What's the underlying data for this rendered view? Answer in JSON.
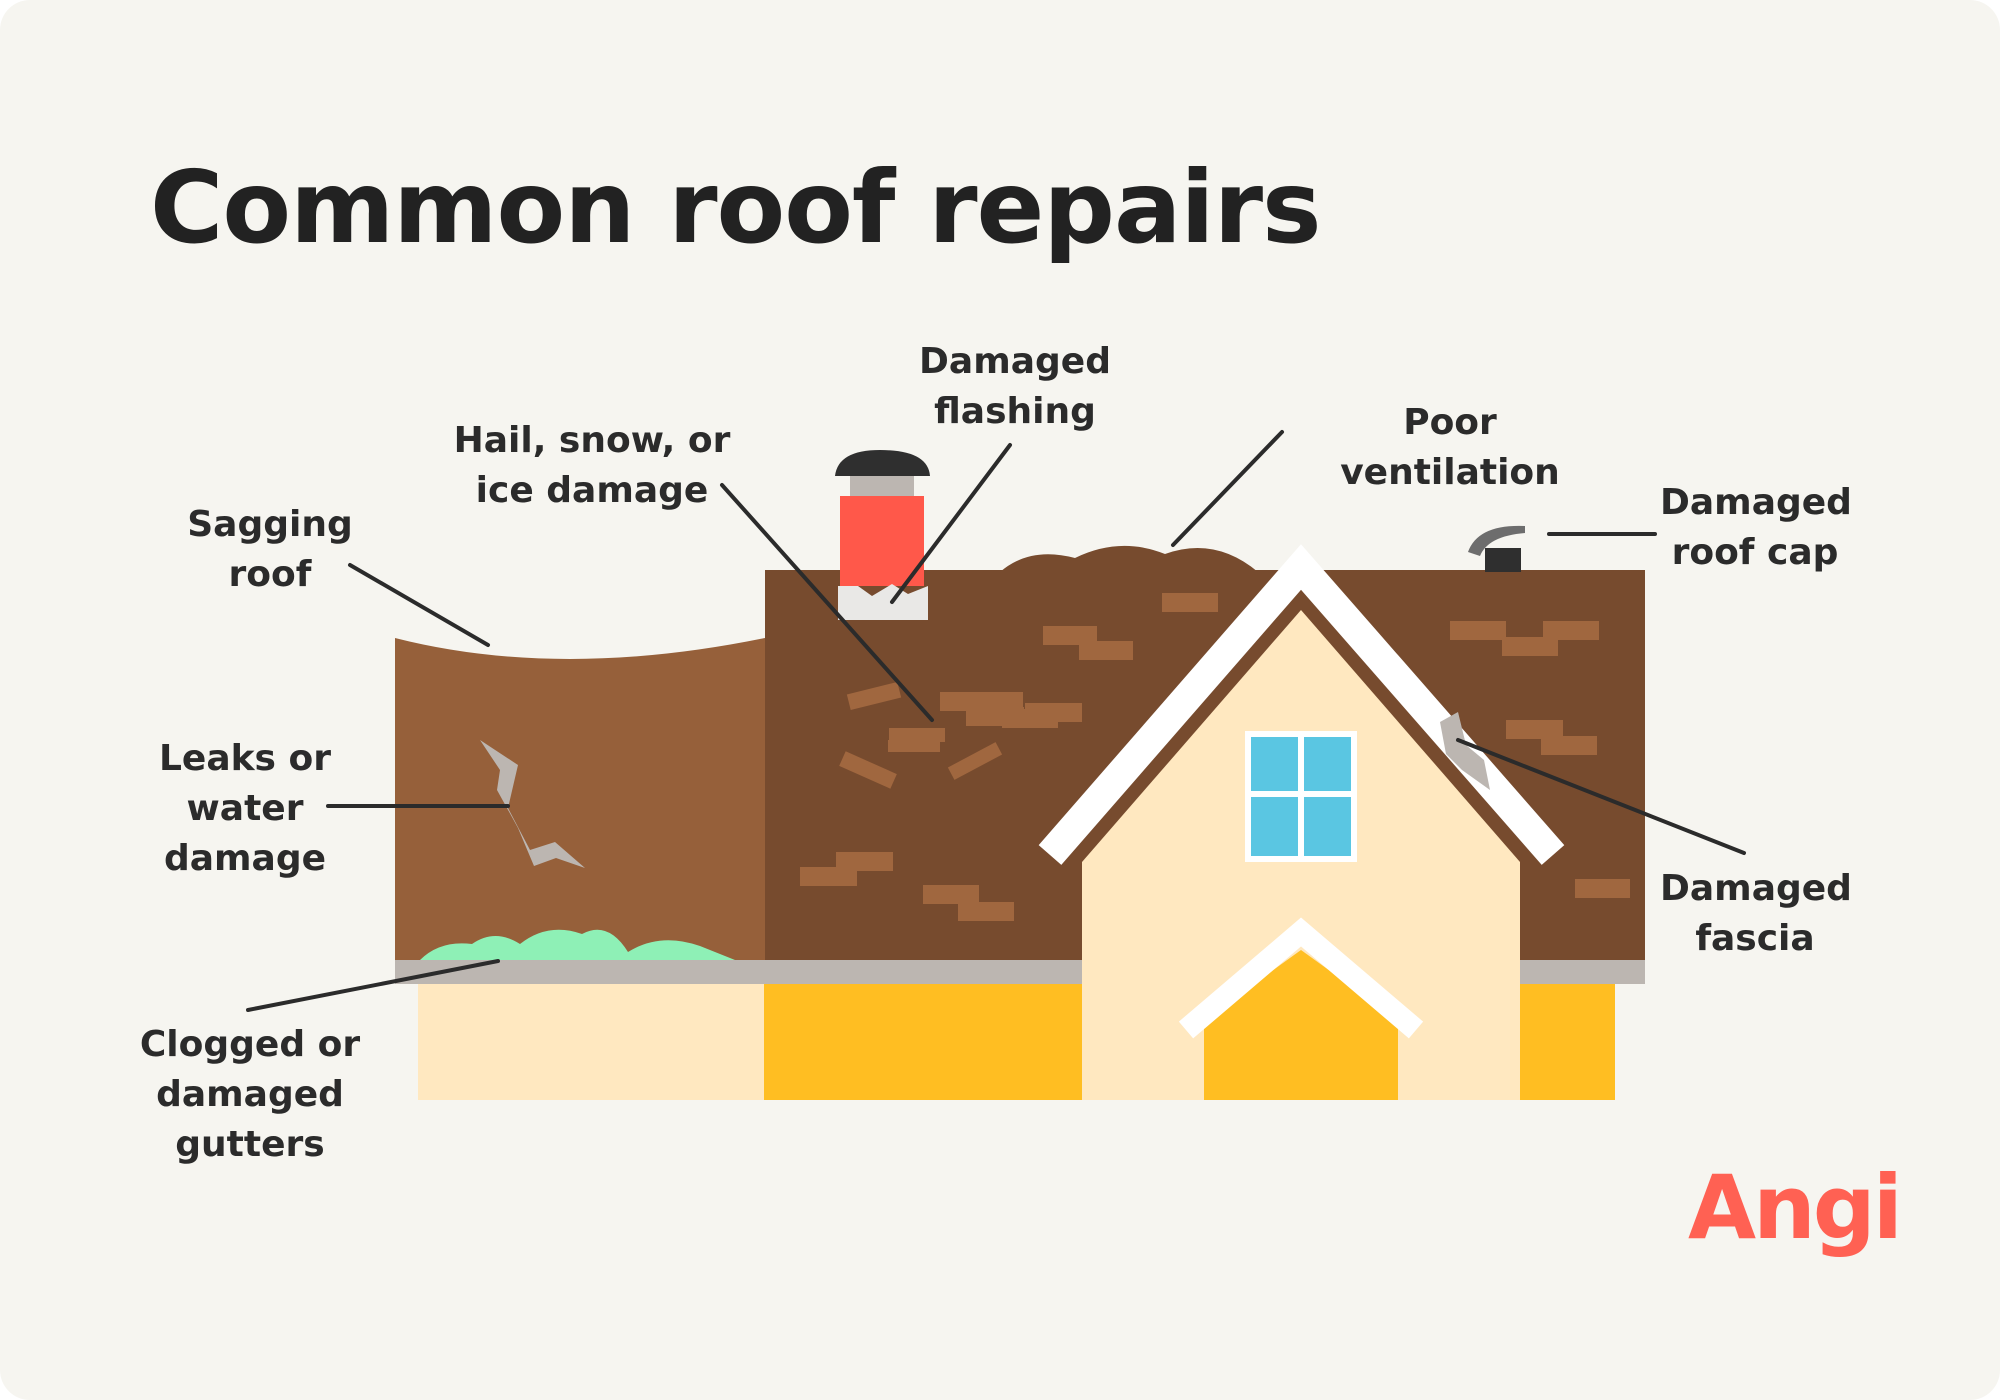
{
  "title": "Common roof repairs",
  "labels": {
    "sagging_roof": "Sagging\nroof",
    "hail_snow_ice": "Hail, snow, or\nice damage",
    "damaged_flashing": "Damaged\nflashing",
    "poor_ventilation": "Poor ventilation",
    "damaged_roof_cap": "Damaged\nroof cap",
    "leaks_water": "Leaks or\nwater\ndamage",
    "damaged_fascia": "Damaged\nfascia",
    "clogged_gutters": "Clogged or\ndamaged\ngutters"
  },
  "brand": {
    "logo": "Angi"
  },
  "colors": {
    "background": "#f6f5f0",
    "roof_light": "#96603a",
    "roof_dark": "#774b2e",
    "shingle": "#a0673f",
    "wall_cream": "#ffe8c0",
    "wall_yellow": "#ffbe22",
    "gutter": "#bcb6b1",
    "trim": "#ffffff",
    "window": "#5ac6e2",
    "chimney": "#ff584a",
    "moss": "#8ef0b6",
    "callout_line": "#2b2b2b",
    "brand": "#ff6153"
  }
}
